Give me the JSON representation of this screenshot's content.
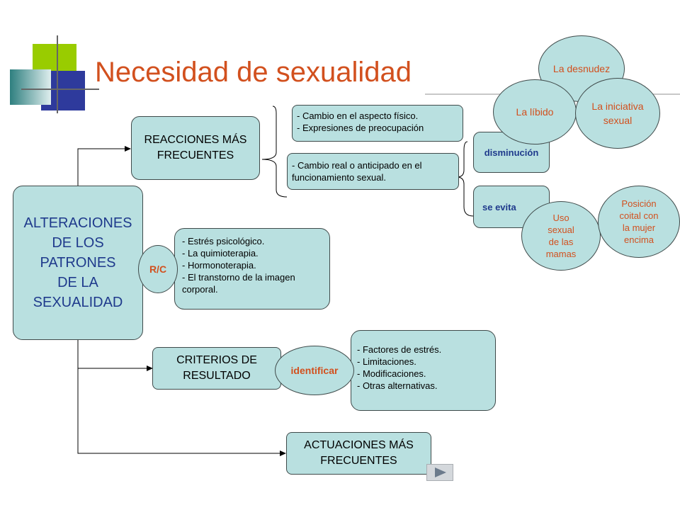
{
  "title": "Necesidad de sexualidad",
  "colors": {
    "accent_orange": "#d2501e",
    "box_fill": "#b9e0e0",
    "label_blue": "#1f3a8c"
  },
  "nodes": {
    "alteraciones": [
      "ALTERACIONES",
      "DE LOS",
      "PATRONES",
      "DE LA",
      "SEXUALIDAD"
    ],
    "reacciones": [
      "REACCIONES MÁS",
      "FRECUENTES"
    ],
    "reacciones_list_1": [
      "- Cambio en el aspecto físico.",
      "- Expresiones de preocupación"
    ],
    "reacciones_list_2": [
      "- Cambio real o anticipado en el",
      "funcionamiento sexual."
    ],
    "disminucion": "disminución",
    "se_evita": "se evita",
    "la_libido": "La líbido",
    "la_desnudez": "La desnudez",
    "la_iniciativa": [
      "La iniciativa",
      "sexual"
    ],
    "uso_mamas": [
      "Uso",
      "sexual",
      "de las",
      "mamas"
    ],
    "posicion": [
      "Posición",
      "coital con",
      "la mujer",
      "encima"
    ],
    "rc": "R/C",
    "rc_list": [
      "- Estrés psicológico.",
      "- La quimioterapia.",
      "- Hormonoterapia.",
      "- El transtorno de la imagen",
      "corporal."
    ],
    "criterios": [
      "CRITERIOS DE",
      "RESULTADO"
    ],
    "identificar": "identificar",
    "identificar_list": [
      "- Factores de estrés.",
      "- Limitaciones.",
      "- Modificaciones.",
      "- Otras alternativas."
    ],
    "actuaciones": [
      "ACTUACIONES MÁS",
      "FRECUENTES"
    ]
  }
}
